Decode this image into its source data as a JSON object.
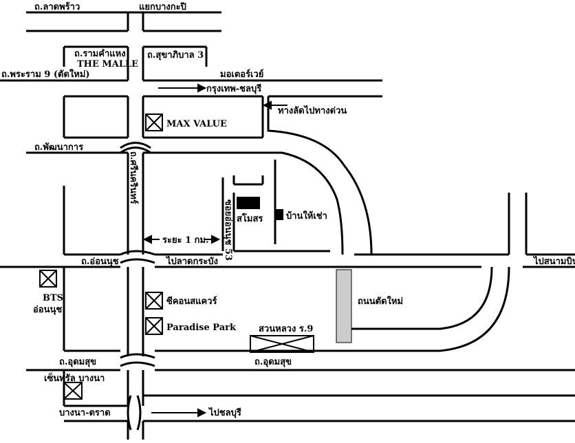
{
  "colors": {
    "line": "#000000",
    "background": "#ffffff",
    "new_road_fill": "#cccccc",
    "block_fill": "#000000"
  },
  "labels": {
    "lat_phrao": "ถ.ลาดพร้าว",
    "bang_kapi_junction": "แยกบางกะปิ",
    "ramkhamhaeng": "ถ.รามคำแหง",
    "the_malle": "THE MALLE",
    "rama9": "ถ.พระราม 9 (ตัดใหม่)",
    "sukhaphiban3": "ถ.สุขาภิบาล 3",
    "motorway": "มอเตอร์เวย์",
    "to_bkk_chonburi": "กรุงเทพ-ชลบุรี",
    "expressway_access": "ทางลัดไปทางด่วน",
    "max_value": "MAX VALUE",
    "phatthanakan": "ถ.พัฒนาการ",
    "srinakarin": "ถ.ศรีนครินทร์",
    "soi_onnut_53": "ซอยอ่อนนุช 53",
    "samoson": "สโมสร",
    "house_for_rent": "บ้านให้เช่า",
    "distance": "ระยะ 1 กม.",
    "onnut": "ถ.อ่อนนุช",
    "to_lat_krabang": "ไปลาดกระบัง",
    "to_airport": "ไปสนามบิน",
    "bts": "BTS",
    "bts_onnut": "อ่อนนุช",
    "seacon_square": "ซีคอนสแควร์",
    "paradise_park": "Paradise Park",
    "new_road": "ถนนตัดใหม่",
    "suan_luang": "สวนหลวง ร.9",
    "udomsuk_left": "ถ.อุดมสุข",
    "udomsuk_right": "ถ.อุดมสุข",
    "central_bangna": "เซ็นทรัล บางนา",
    "bangna_trat": "บางนา-ตราด",
    "to_chonburi": "ไปชลบุรี"
  },
  "icons": [
    "building-marker-icon",
    "arrow-right-icon",
    "arrow-left-icon",
    "double-arrow-icon",
    "bridge-arc-icon"
  ]
}
